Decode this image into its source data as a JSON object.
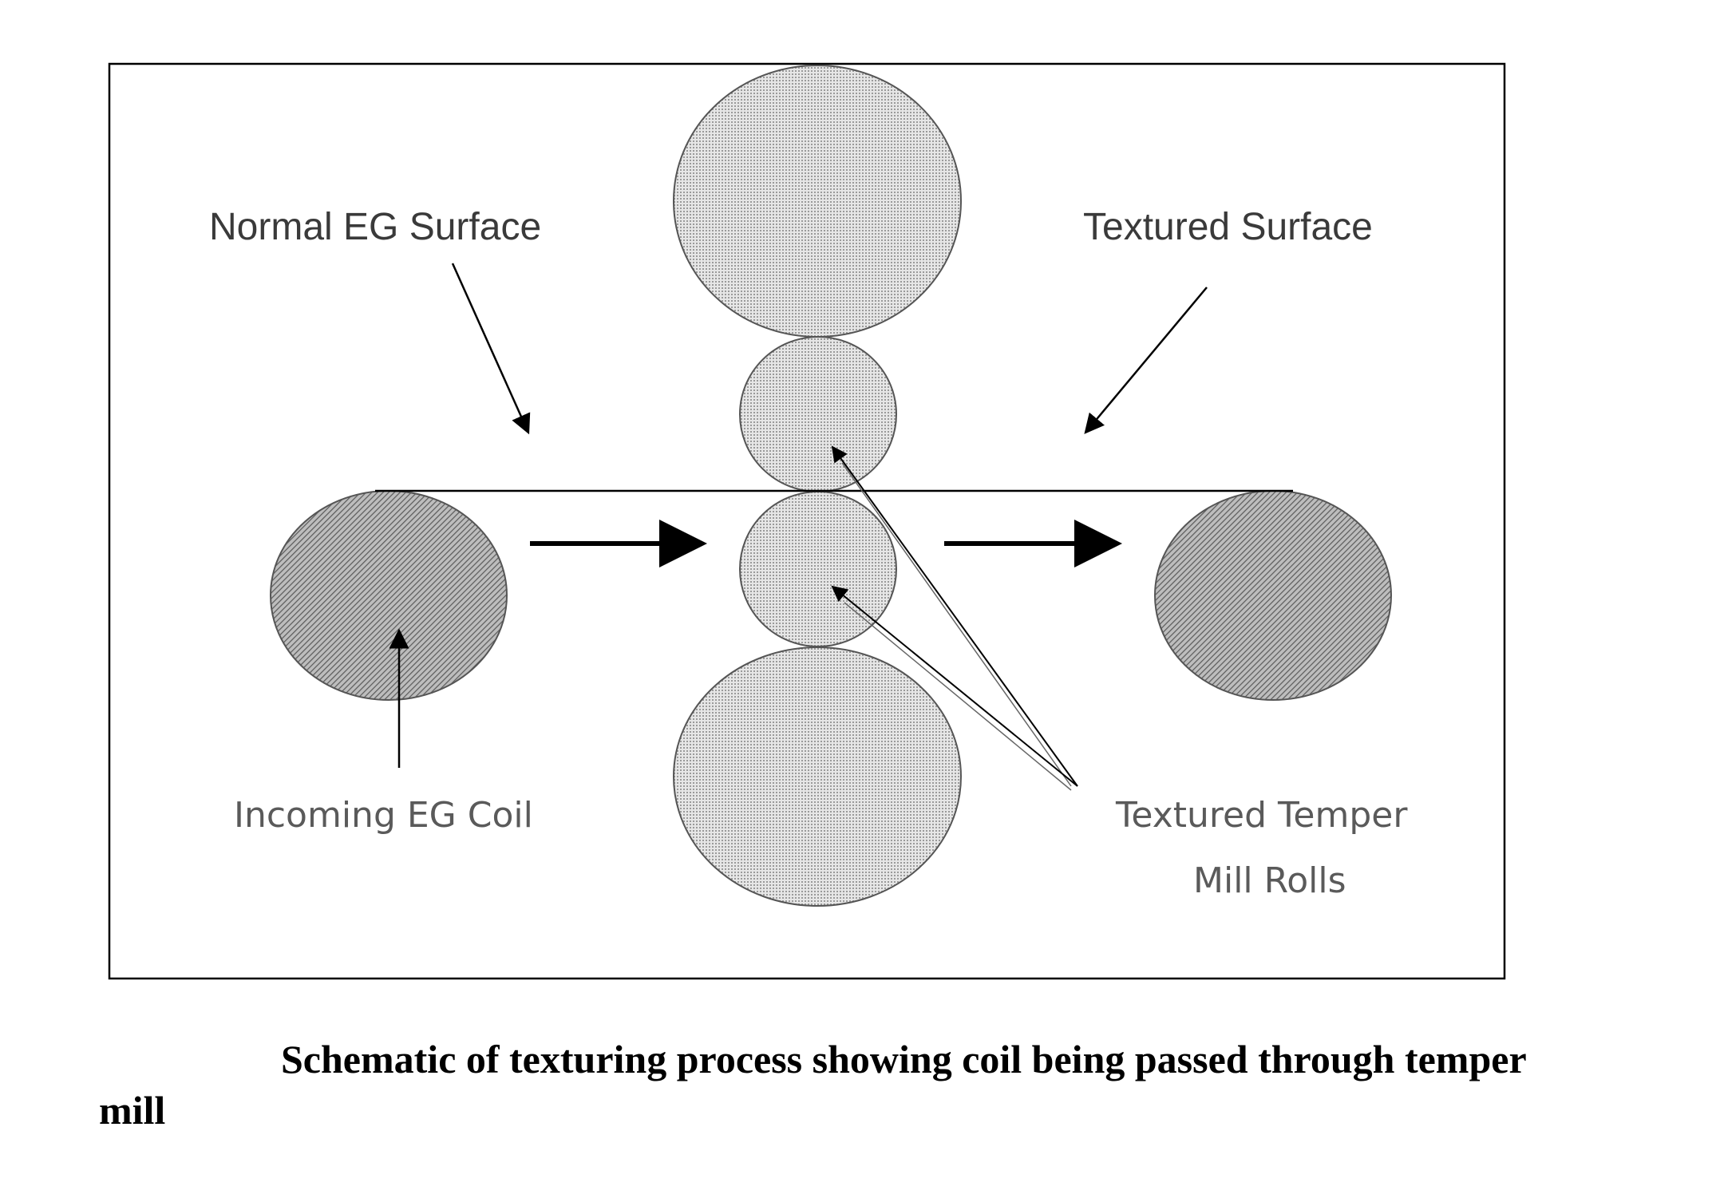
{
  "diagram": {
    "labels": {
      "normal_surface": "Normal EG Surface",
      "textured_surface": "Textured Surface",
      "incoming_coil": "Incoming EG Coil",
      "rolls_line1": "Textured Temper",
      "rolls_line2": "Mill Rolls"
    }
  },
  "caption": {
    "line1": "Schematic of texturing process showing coil being passed through temper",
    "line2": "mill"
  }
}
